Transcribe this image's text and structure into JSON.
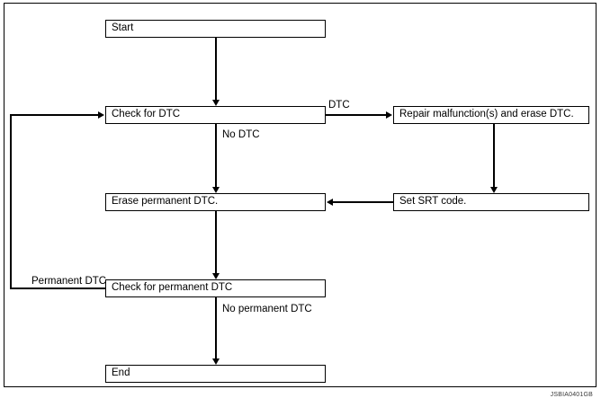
{
  "figure": {
    "id_code": "JSBIA0401GB",
    "type": "flowchart"
  },
  "nodes": [
    {
      "id": "start",
      "label": "Start"
    },
    {
      "id": "check-for-dtc",
      "label": "Check for DTC"
    },
    {
      "id": "repair-malfunctions",
      "label": "Repair malfunction(s) and erase DTC."
    },
    {
      "id": "erase-permanent-dtc",
      "label": "Erase permanent DTC."
    },
    {
      "id": "set-srt-code",
      "label": "Set SRT code."
    },
    {
      "id": "check-for-permanent-dtc",
      "label": "Check for permanent DTC"
    },
    {
      "id": "end",
      "label": "End"
    }
  ],
  "edge_labels": {
    "dtc": "DTC",
    "no_dtc": "No DTC",
    "permanent_dtc": "Permanent DTC",
    "no_permanent_dtc": "No permanent DTC"
  },
  "colors": {
    "line": "#000000",
    "box_border": "#000000",
    "background": "#ffffff",
    "frame": "#000000",
    "figure_id": "#3a3a3a"
  }
}
